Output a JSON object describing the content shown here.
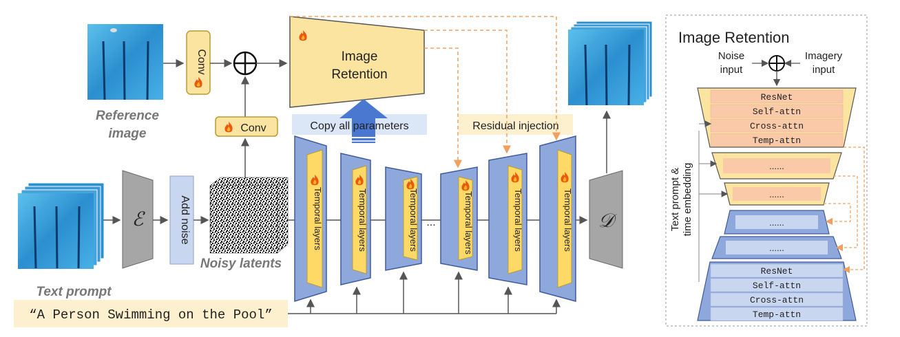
{
  "main": {
    "reference_image_label": [
      "Reference",
      "image"
    ],
    "conv_top": "Conv",
    "conv_mid": "Conv",
    "retention_label": [
      "Image",
      "Retention"
    ],
    "copy_label": "Copy all parameters",
    "residual_label": "Residual injection",
    "encoder_symbol": "ℰ",
    "decoder_symbol": "𝒟",
    "add_noise": "Add noise",
    "noisy_latents": "Noisy latents",
    "text_prompt_label": "Text prompt",
    "prompt_text": "“A Person Swimming on the Pool”",
    "temporal_label": "Temporal layers",
    "ellipsis": "..."
  },
  "panel": {
    "title": "Image Retention",
    "noise_input": [
      "Noise",
      "input"
    ],
    "imagery_input": [
      "Imagery",
      "input"
    ],
    "side_label": [
      "Text prompt &",
      "time embedding"
    ],
    "top_block": [
      "ResNet",
      "Self-attn",
      "Cross-attn",
      "Temp-attn"
    ],
    "bottom_block": [
      "ResNet",
      "Self-attn",
      "Cross-attn",
      "Temp-attn"
    ],
    "dots": "......"
  },
  "colors": {
    "yellow_fill": "#fbe4a0",
    "yellow_stroke": "#b89a30",
    "blue_fill": "#8fa8dc",
    "blue_stroke": "#3d5a9e",
    "inner_yellow": "#ffd966",
    "orange_dashed": "#f0a060",
    "pink_row": "#f9c9a8",
    "light_blue_row": "#c9d6f0",
    "gray_block": "#a6a6a6",
    "pool_water": "#3b9ad6"
  },
  "icons": [
    "fire-icon",
    "plus-circle-icon",
    "blue-up-arrow-icon"
  ]
}
